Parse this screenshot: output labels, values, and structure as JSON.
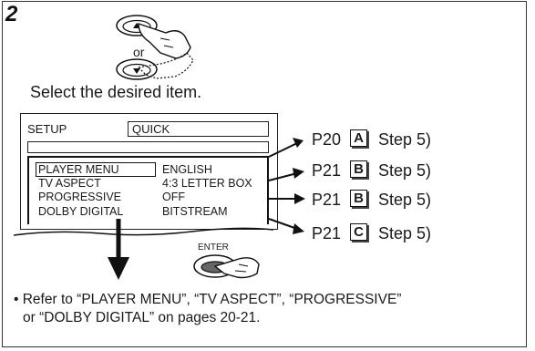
{
  "step": {
    "number": "2",
    "or_label": "or",
    "instruction": "Select the desired item."
  },
  "screen": {
    "setup_label": "SETUP",
    "quick_label": "QUICK",
    "rows": [
      {
        "label": "PLAYER MENU",
        "value": "ENGLISH"
      },
      {
        "label": "TV ASPECT",
        "value": "4:3 LETTER BOX"
      },
      {
        "label": "PROGRESSIVE",
        "value": "OFF"
      },
      {
        "label": "DOLBY DIGITAL",
        "value": "BITSTREAM"
      }
    ]
  },
  "references": [
    {
      "page": "P20",
      "badge": "A",
      "step": "Step 5)"
    },
    {
      "page": "P21",
      "badge": "B",
      "step": "Step 5)"
    },
    {
      "page": "P21",
      "badge": "B",
      "step": "Step 5)"
    },
    {
      "page": "P21",
      "badge": "C",
      "step": "Step 5)"
    }
  ],
  "enter_label": "ENTER",
  "note": {
    "line1": "• Refer to “PLAYER MENU”, “TV ASPECT”, “PROGRESSIVE”",
    "line2": "or “DOLBY DIGITAL” on pages 20-21."
  },
  "icons": [
    "up-button-icon",
    "down-button-icon",
    "hand-icon",
    "enter-button-icon",
    "arrow-icon"
  ]
}
